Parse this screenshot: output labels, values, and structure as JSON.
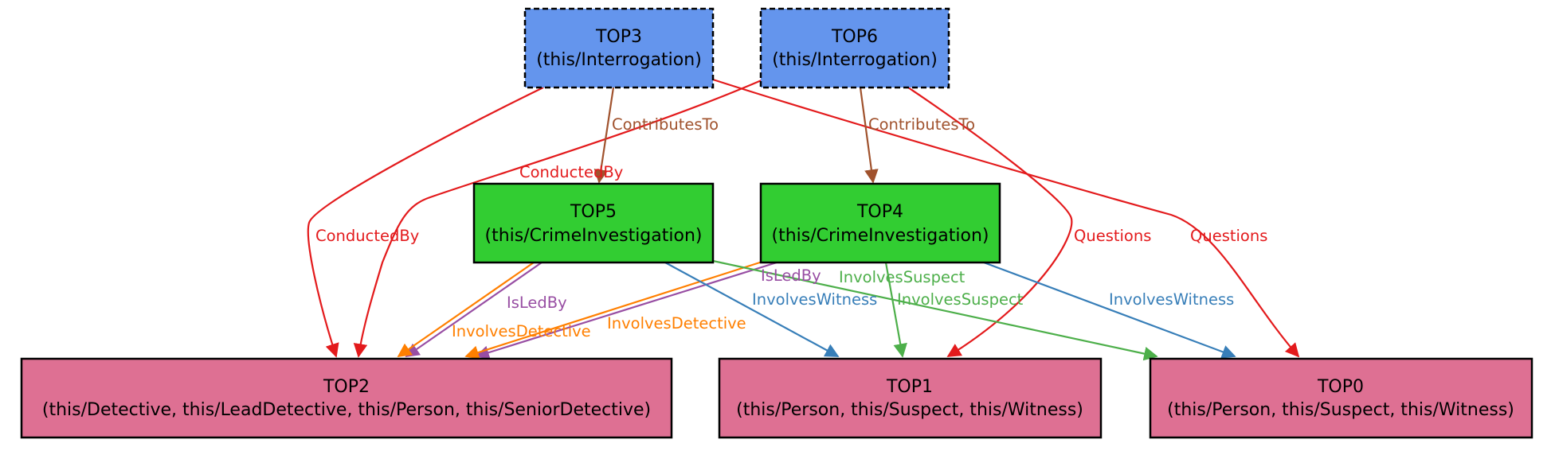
{
  "colors": {
    "interrogation_fill": "#6495ed",
    "investigation_fill": "#32cd32",
    "person_fill": "#de7093",
    "conducted_by": "#e31a1c",
    "questions": "#e31a1c",
    "contributes_to": "#a0522d",
    "is_led_by": "#984ea3",
    "involves_detective": "#ff7f00",
    "involves_witness": "#377eb8",
    "involves_suspect": "#4daf4a"
  },
  "nodes": {
    "top3": {
      "name": "TOP3",
      "types": "(this/Interrogation)"
    },
    "top6": {
      "name": "TOP6",
      "types": "(this/Interrogation)"
    },
    "top5": {
      "name": "TOP5",
      "types": "(this/CrimeInvestigation)"
    },
    "top4": {
      "name": "TOP4",
      "types": "(this/CrimeInvestigation)"
    },
    "top2": {
      "name": "TOP2",
      "types": "(this/Detective, this/LeadDetective, this/Person, this/SeniorDetective)"
    },
    "top1": {
      "name": "TOP1",
      "types": "(this/Person, this/Suspect, this/Witness)"
    },
    "top0": {
      "name": "TOP0",
      "types": "(this/Person, this/Suspect, this/Witness)"
    }
  },
  "edges": [
    {
      "from": "TOP3",
      "to": "TOP2",
      "label": "ConductedBy"
    },
    {
      "from": "TOP3",
      "to": "TOP5",
      "label": "ContributesTo"
    },
    {
      "from": "TOP3",
      "to": "TOP0",
      "label": "Questions"
    },
    {
      "from": "TOP6",
      "to": "TOP2",
      "label": "ConductedBy"
    },
    {
      "from": "TOP6",
      "to": "TOP4",
      "label": "ContributesTo"
    },
    {
      "from": "TOP6",
      "to": "TOP1",
      "label": "Questions"
    },
    {
      "from": "TOP5",
      "to": "TOP2",
      "label": "IsLedBy"
    },
    {
      "from": "TOP5",
      "to": "TOP2",
      "label": "InvolvesDetective"
    },
    {
      "from": "TOP5",
      "to": "TOP1",
      "label": "InvolvesWitness"
    },
    {
      "from": "TOP5",
      "to": "TOP0",
      "label": "InvolvesSuspect"
    },
    {
      "from": "TOP4",
      "to": "TOP2",
      "label": "IsLedBy"
    },
    {
      "from": "TOP4",
      "to": "TOP2",
      "label": "InvolvesDetective"
    },
    {
      "from": "TOP4",
      "to": "TOP1",
      "label": "InvolvesSuspect"
    },
    {
      "from": "TOP4",
      "to": "TOP0",
      "label": "InvolvesWitness"
    }
  ]
}
